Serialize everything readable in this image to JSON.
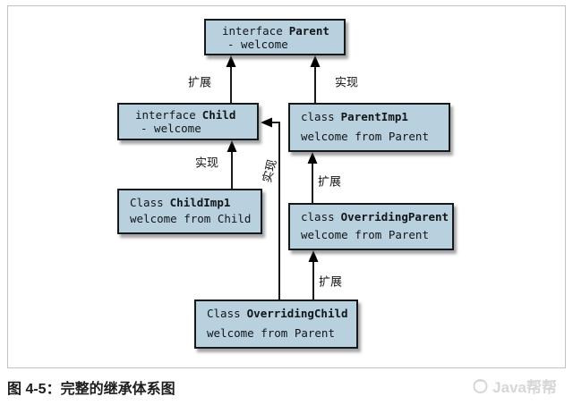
{
  "diagram": {
    "nodes": [
      {
        "keyword": "interface",
        "name": "Parent",
        "body": "- welcome"
      },
      {
        "keyword": "interface",
        "name": "Child",
        "body": "- welcome"
      },
      {
        "keyword": "class",
        "name": "ParentImp1",
        "body": "welcome from Parent"
      },
      {
        "keyword": "Class",
        "name": "ChildImp1",
        "body": "welcome from Child"
      },
      {
        "keyword": "class",
        "name": "OverridingParent",
        "body": "welcome from Parent"
      },
      {
        "keyword": "Class",
        "name": "OverridingChild",
        "body": "welcome from Parent"
      }
    ],
    "edge_labels": {
      "child_to_parent": "扩展",
      "parentimp1_to_parent": "实现",
      "childimp1_to_child": "实现",
      "overridingchild_to_child": "实现",
      "overridingparent_to_parentimp1": "扩展",
      "overridingchild_to_overridingparent": "扩展"
    },
    "colors": {
      "node_fill": "#b9d1de",
      "node_border": "#16181a",
      "arrow": "#000000",
      "frame_border": "#c2c2c2",
      "watermark_gray": "#d7d7d7"
    }
  },
  "caption": "图 4-5：完整的继承体系图",
  "watermark": {
    "text": "Java帮帮"
  }
}
